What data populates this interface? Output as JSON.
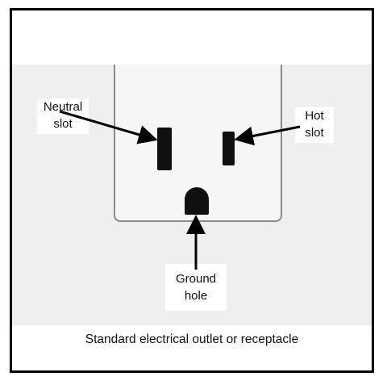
{
  "labels": {
    "neutral": [
      "Neutral",
      "slot"
    ],
    "hot": [
      "Hot",
      "slot"
    ],
    "ground": [
      "Ground",
      "hole"
    ]
  },
  "caption": "Standard electrical outlet or receptacle",
  "colors": {
    "frame": "#000000",
    "background": "#efefef",
    "slot": "#101010",
    "arrow": "#000000"
  }
}
